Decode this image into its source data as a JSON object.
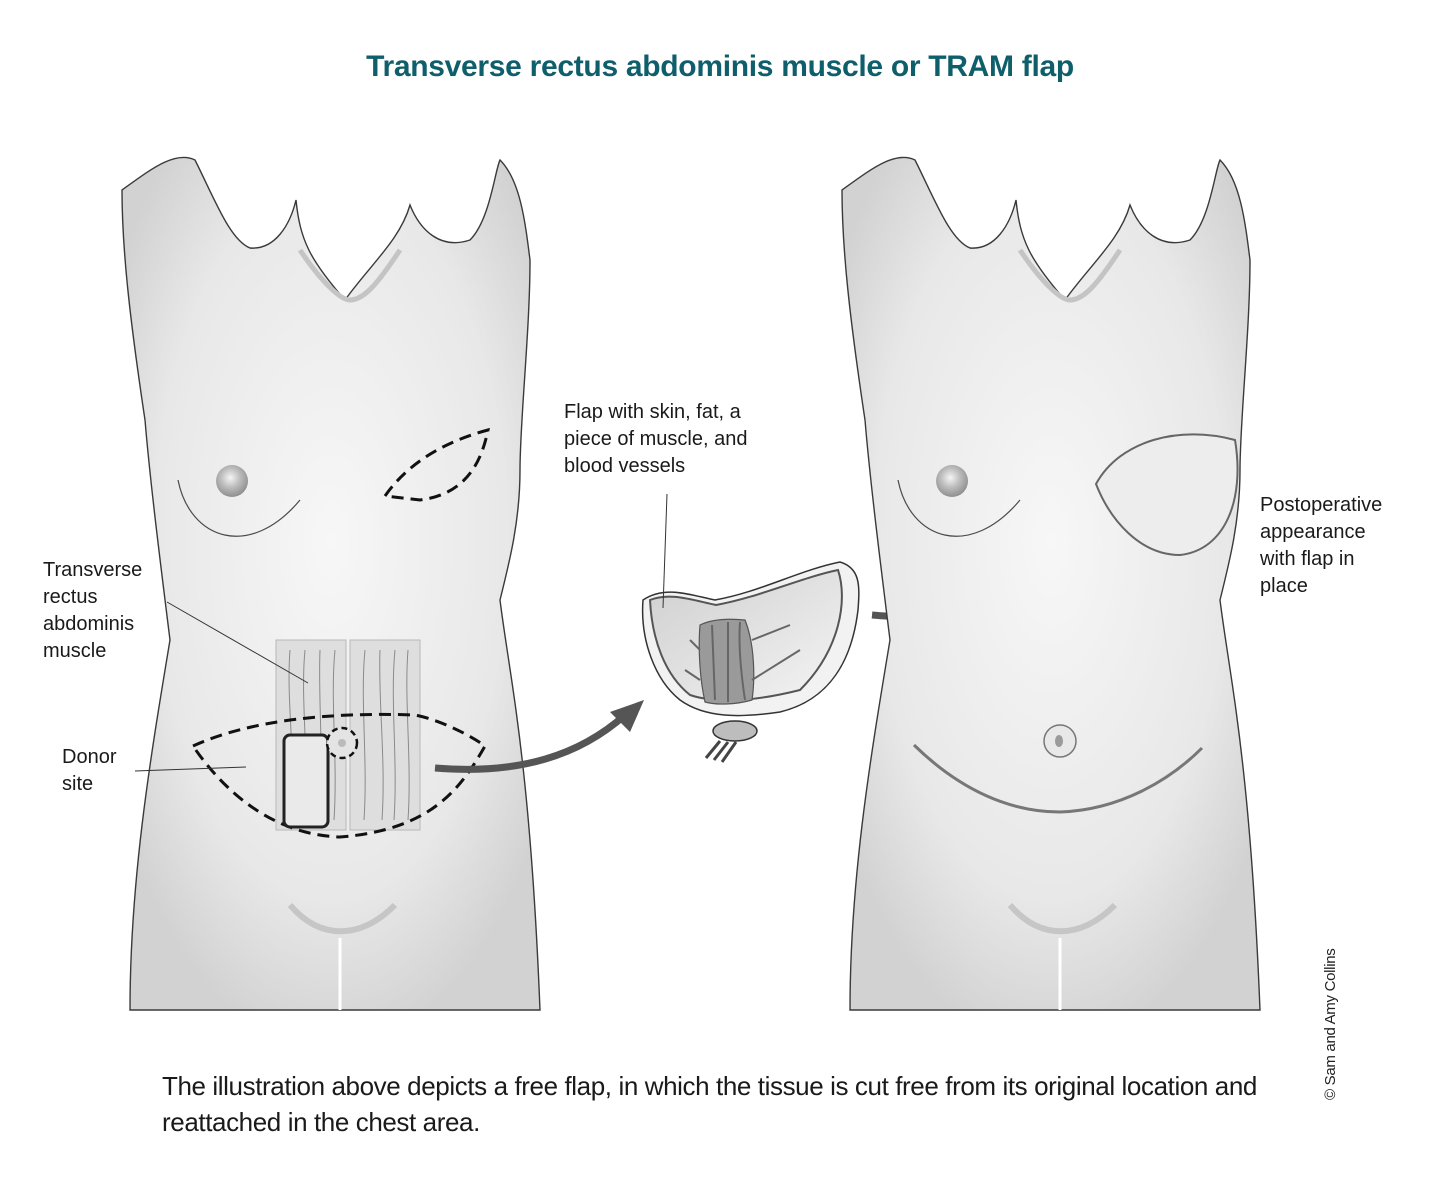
{
  "title": "Transverse rectus abdominis muscle or TRAM flap",
  "labels": {
    "muscle": "Transverse\nrectus\nabdominis\nmuscle",
    "donor_site": "Donor\nsite",
    "flap": "Flap with skin, fat, a\npiece of muscle, and\nblood vessels",
    "postoperative": "Postoperative\nappearance\nwith flap in\nplace"
  },
  "caption": "The illustration above depicts a free flap, in which the tissue is cut free from its original location and reattached in the chest area.",
  "copyright": "© Sam and Amy Collins",
  "colors": {
    "title": "#0f5e6b",
    "arrow": "#555555",
    "skin": "#e6e6e6",
    "outline": "#3a3a3a"
  }
}
